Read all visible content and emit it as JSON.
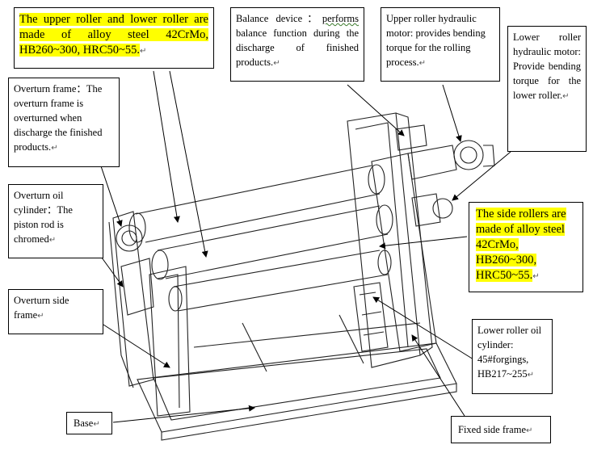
{
  "callouts": {
    "rollers_top": "The upper roller and lower roller are made of alloy steel 42CrMo, HB260~300, HRC50~55.",
    "balance_device_head": "Balance device：",
    "balance_device_tail": "performs",
    "balance_device_rest": "balance function during the discharge of finished products.",
    "upper_motor": "Upper roller hydraulic motor: provides bending torque for the rolling process.",
    "lower_motor": "Lower roller hydraulic motor: Provide bending torque for the lower roller.",
    "overturn_frame": "Overturn frame：The overturn frame is overturned when discharge the finished products.",
    "overturn_cylinder": "Overturn oil cylinder：The piston rod is chromed",
    "side_rollers": "The side rollers are made of alloy steel 42CrMo, HB260~300, HRC50~55.",
    "overturn_side_frame": "Overturn side frame",
    "lower_oil_cylinder": "Lower roller oil cylinder: 45#forgings, HB217~255",
    "base": "Base",
    "fixed_side_frame": "Fixed side frame"
  },
  "marks": {
    "paragraph": "↵"
  },
  "colors": {
    "highlight": "#ffff00",
    "line": "#000000"
  }
}
